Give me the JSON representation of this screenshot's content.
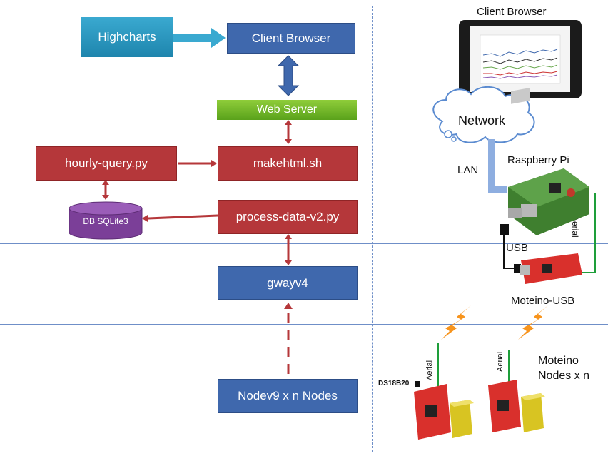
{
  "left": {
    "highcharts": "Highcharts",
    "client_browser": "Client Browser",
    "web_server": "Web Server",
    "hourly_query": "hourly-query.py",
    "makehtml": "makehtml.sh",
    "db": "DB SQLite3",
    "process_data": "process-data-v2.py",
    "gwayv4": "gwayv4",
    "nodev9": "Nodev9 x n Nodes"
  },
  "right": {
    "client_browser": "Client Browser",
    "network": "Network",
    "lan": "LAN",
    "raspberry_pi": "Raspberry  Pi",
    "aerial_pi": "Aerial",
    "usb": "USB",
    "moteino_usb": "Moteino-USB",
    "aerial_node1": "Aerial",
    "aerial_node2": "Aerial",
    "ds18b20": "DS18B20",
    "moteino_nodes_line1": "Moteino",
    "moteino_nodes_line2": "Nodes x n"
  },
  "colors": {
    "blue_box": "#3f68ad",
    "red_box": "#b5373a",
    "teal_box": "#2a9cc4",
    "green_box": "#7bbf2e",
    "purple_db": "#7b3f98",
    "divider": "#6f8fc8"
  }
}
